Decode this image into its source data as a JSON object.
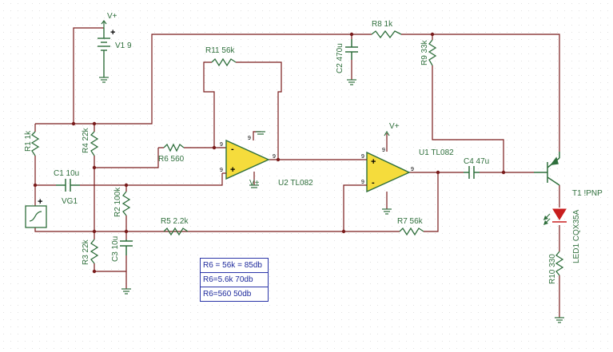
{
  "colors": {
    "wire": "#7a1c1c",
    "component": "#2f6f3c",
    "opamp_fill": "#f5dc3c",
    "note": "#1e2a9c",
    "led": "#c81e1e"
  },
  "labels": {
    "supply_top": "V+",
    "battery": "V1 9",
    "r1": "R1 1k",
    "r4": "R4 22k",
    "r3": "R3 22k",
    "r2": "R2 100k",
    "c1": "C1 10u",
    "c3": "C3 10u",
    "vg1": "VG1",
    "r11": "R11 56k",
    "r6": "R6 560",
    "u2": "U2 TL082",
    "u2_supply": "V+",
    "c2": "C2 470u",
    "r8": "R8 1k",
    "r9": "R9 33k",
    "u1_supply": "V+",
    "u1": "U1 TL082",
    "c4": "C4 47u",
    "r5": "R5 2.2k",
    "r7": "R7 56k",
    "t1": "T1 !PNP",
    "led1": "LED1 CQX35A",
    "r10": "R10 330"
  },
  "pins": {
    "u2_in_minus": "9",
    "u2_in_plus": "9",
    "u2_out": "9",
    "u2_top": "9",
    "u1_in_minus": "9",
    "u1_in_plus": "9",
    "u1_out": "9",
    "u1_top": "9"
  },
  "signs": {
    "minus": "-",
    "plus": "+"
  },
  "notes": [
    "R6 = 56k = 85db",
    "R6=5.6k  70db",
    "R6=560   50db"
  ]
}
